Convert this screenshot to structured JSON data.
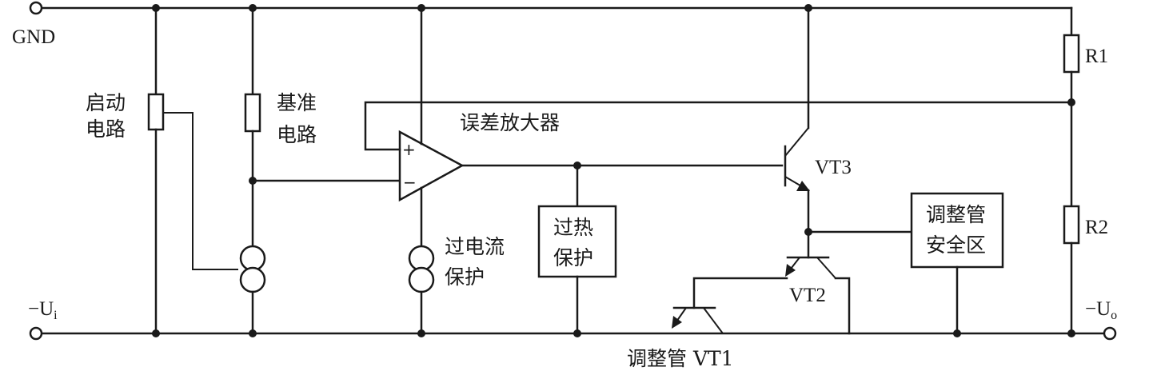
{
  "labels": {
    "gnd": "GND",
    "input_neg": "−U",
    "input_sub": "i",
    "output_neg": "−U",
    "output_sub": "o",
    "r1": "R1",
    "r2": "R2",
    "startup_line1": "启动",
    "startup_line2": "电路",
    "reference_line1": "基准",
    "reference_line2": "电路",
    "error_amplifier": "误差放大器",
    "opamp_plus": "+",
    "opamp_minus": "−",
    "overheat_line1": "过热",
    "overheat_line2": "保护",
    "overcurrent_line1": "过电流",
    "overcurrent_line2": "保护",
    "vt3": "VT3",
    "vt2": "VT2",
    "vt1": "调整管 VT1",
    "soa_line1": "调整管",
    "soa_line2": "安全区"
  },
  "colors": {
    "line": "#1a1a1a",
    "background": "#ffffff"
  }
}
